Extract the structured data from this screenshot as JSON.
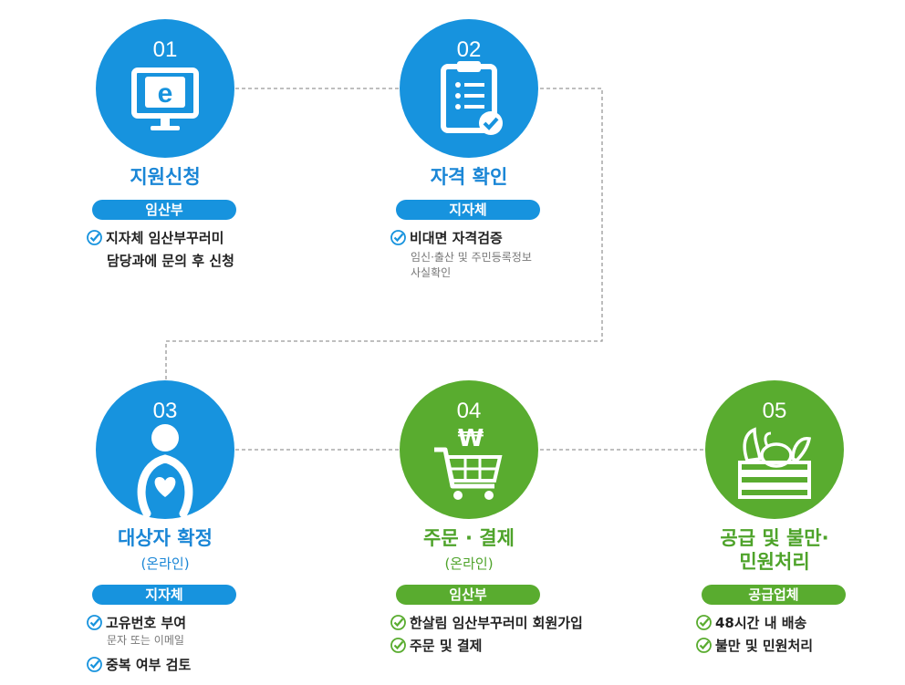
{
  "colors": {
    "blue": "#1793de",
    "green": "#59ac2f",
    "connector": "#999999"
  },
  "steps": [
    {
      "number": "01",
      "icon": "e-monitor-icon",
      "color": "blue",
      "title": "지원신청",
      "subtitle": "",
      "badge": "임산부",
      "items": [
        {
          "text": "지자체 임산부꾸러미",
          "continuation": "담당과에 문의 후 신청",
          "note": ""
        }
      ]
    },
    {
      "number": "02",
      "icon": "clipboard-check-icon",
      "color": "blue",
      "title": "자격 확인",
      "subtitle": "",
      "badge": "지자체",
      "items": [
        {
          "text": "비대면 자격검증",
          "note_line1": "임신·출산 및 주민등록정보",
          "note_line2": "사실확인"
        }
      ]
    },
    {
      "number": "03",
      "icon": "pregnant-woman-icon",
      "color": "blue",
      "title": "대상자 확정",
      "subtitle": "(온라인)",
      "badge": "지자체",
      "items": [
        {
          "text": "고유번호 부여",
          "note": "문자 또는 이메일"
        },
        {
          "text": "중복 여부 검토"
        }
      ]
    },
    {
      "number": "04",
      "icon": "shopping-cart-won-icon",
      "color": "green",
      "title": "주문 · 결제",
      "subtitle": "(온라인)",
      "badge": "임산부",
      "items": [
        {
          "text": "한살림 임산부꾸러미 회원가입"
        },
        {
          "text": "주문 및 결제"
        }
      ]
    },
    {
      "number": "05",
      "icon": "vegetable-crate-icon",
      "color": "green",
      "title_line1": "공급 및 불만·",
      "title_line2": "민원처리",
      "badge": "공급업체",
      "items": [
        {
          "text": "48시간 내 배송"
        },
        {
          "text": "불만 및 민원처리"
        }
      ]
    }
  ]
}
